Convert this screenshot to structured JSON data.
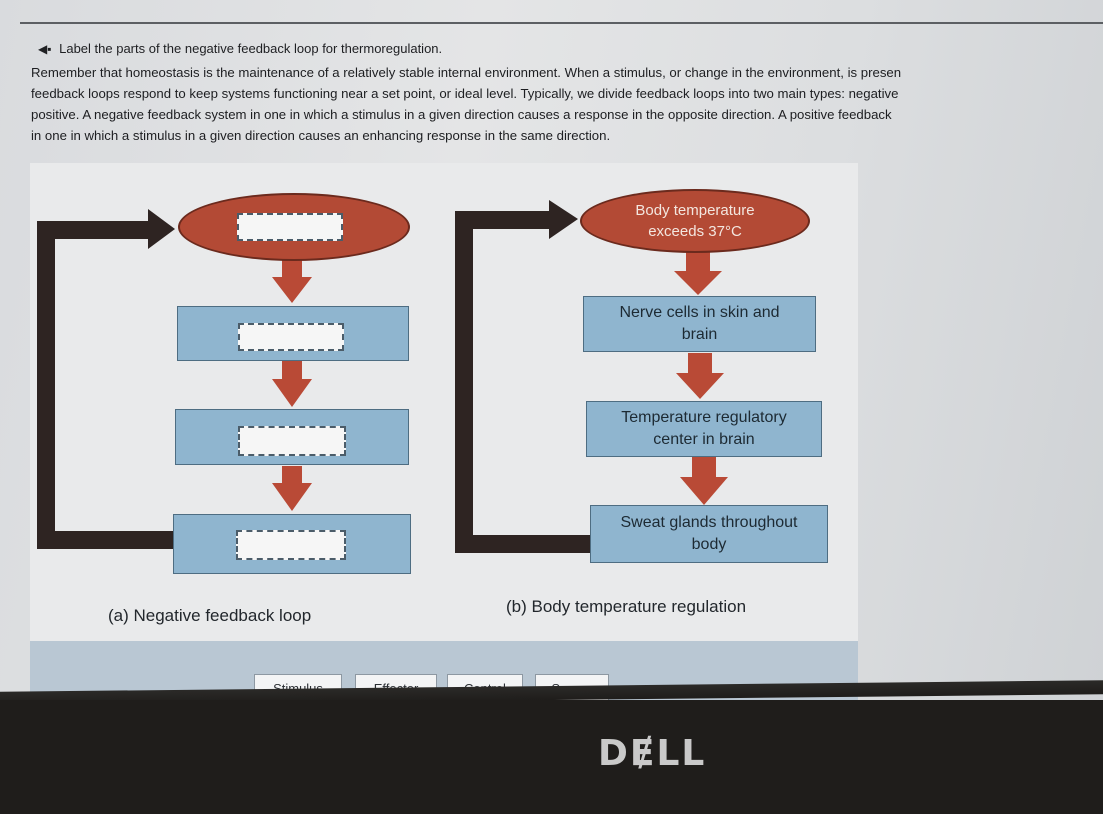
{
  "header": {
    "speaker_icon": "speaker-icon",
    "title": "Label the parts of the negative feedback loop for thermoregulation."
  },
  "body": {
    "lines": [
      "Remember that homeostasis is the maintenance of a relatively stable internal environment. When a stimulus, or change in the environment, is presen",
      "feedback loops respond to keep systems functioning near a set point, or ideal level. Typically, we divide feedback loops into two main types: negative",
      "positive. A negative feedback system in one in which a stimulus in a given direction causes a response in the opposite direction. A positive feedback",
      "in one in which a stimulus in a given direction causes an enhancing response in the same direction."
    ]
  },
  "diagram_a": {
    "caption": "(a) Negative feedback loop"
  },
  "diagram_b": {
    "caption": "(b) Body temperature regulation",
    "step1": "Body temperature exceeds 37°C",
    "step2": "Nerve cells in skin and brain",
    "step3": "Temperature regulatory center in brain",
    "step4": "Sweat glands throughout body"
  },
  "answer_bank": [
    "Stimulus",
    "Effector",
    "Control",
    "Sensor"
  ],
  "colors": {
    "arrow_red": "#b94a36",
    "box_blue": "#8fb5cf",
    "loop_dark": "#2e2422"
  },
  "monitor": {
    "brand": "DɆLL"
  }
}
